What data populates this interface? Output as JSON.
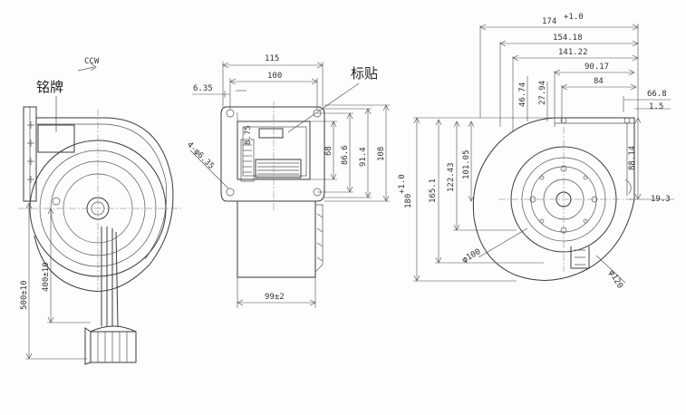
{
  "labels": {
    "nameplate": "铭牌",
    "sticker": "标贴",
    "rotation": "CCW"
  },
  "left_view": {
    "dims": {
      "d400": "400±10",
      "d500": "500±10"
    }
  },
  "middle_view": {
    "dims": {
      "d115": "115",
      "d100": "100",
      "d6_35": "6.35",
      "d8_75": "8.75",
      "d68": "68",
      "d86_6": "86.6",
      "d91_4": "91.4",
      "d108": "108",
      "holes": "4-φ6.35",
      "d99": "99±2"
    }
  },
  "right_view": {
    "dims": {
      "d174": "174",
      "d174_tol": "+1.0",
      "d154": "154.18",
      "d141": "141.22",
      "d90": "90.17",
      "d84": "84",
      "d66": "66.8",
      "d1_5": "1.5",
      "d46": "46.74",
      "d27": "27.94",
      "d88": "88.14",
      "d19": "19.3",
      "d180": "180",
      "d180_tol": "+1.0",
      "d165": "165.1",
      "d122": "122.43",
      "d101": "101.05",
      "dia100": "φ100",
      "dia120": "φ120"
    }
  }
}
